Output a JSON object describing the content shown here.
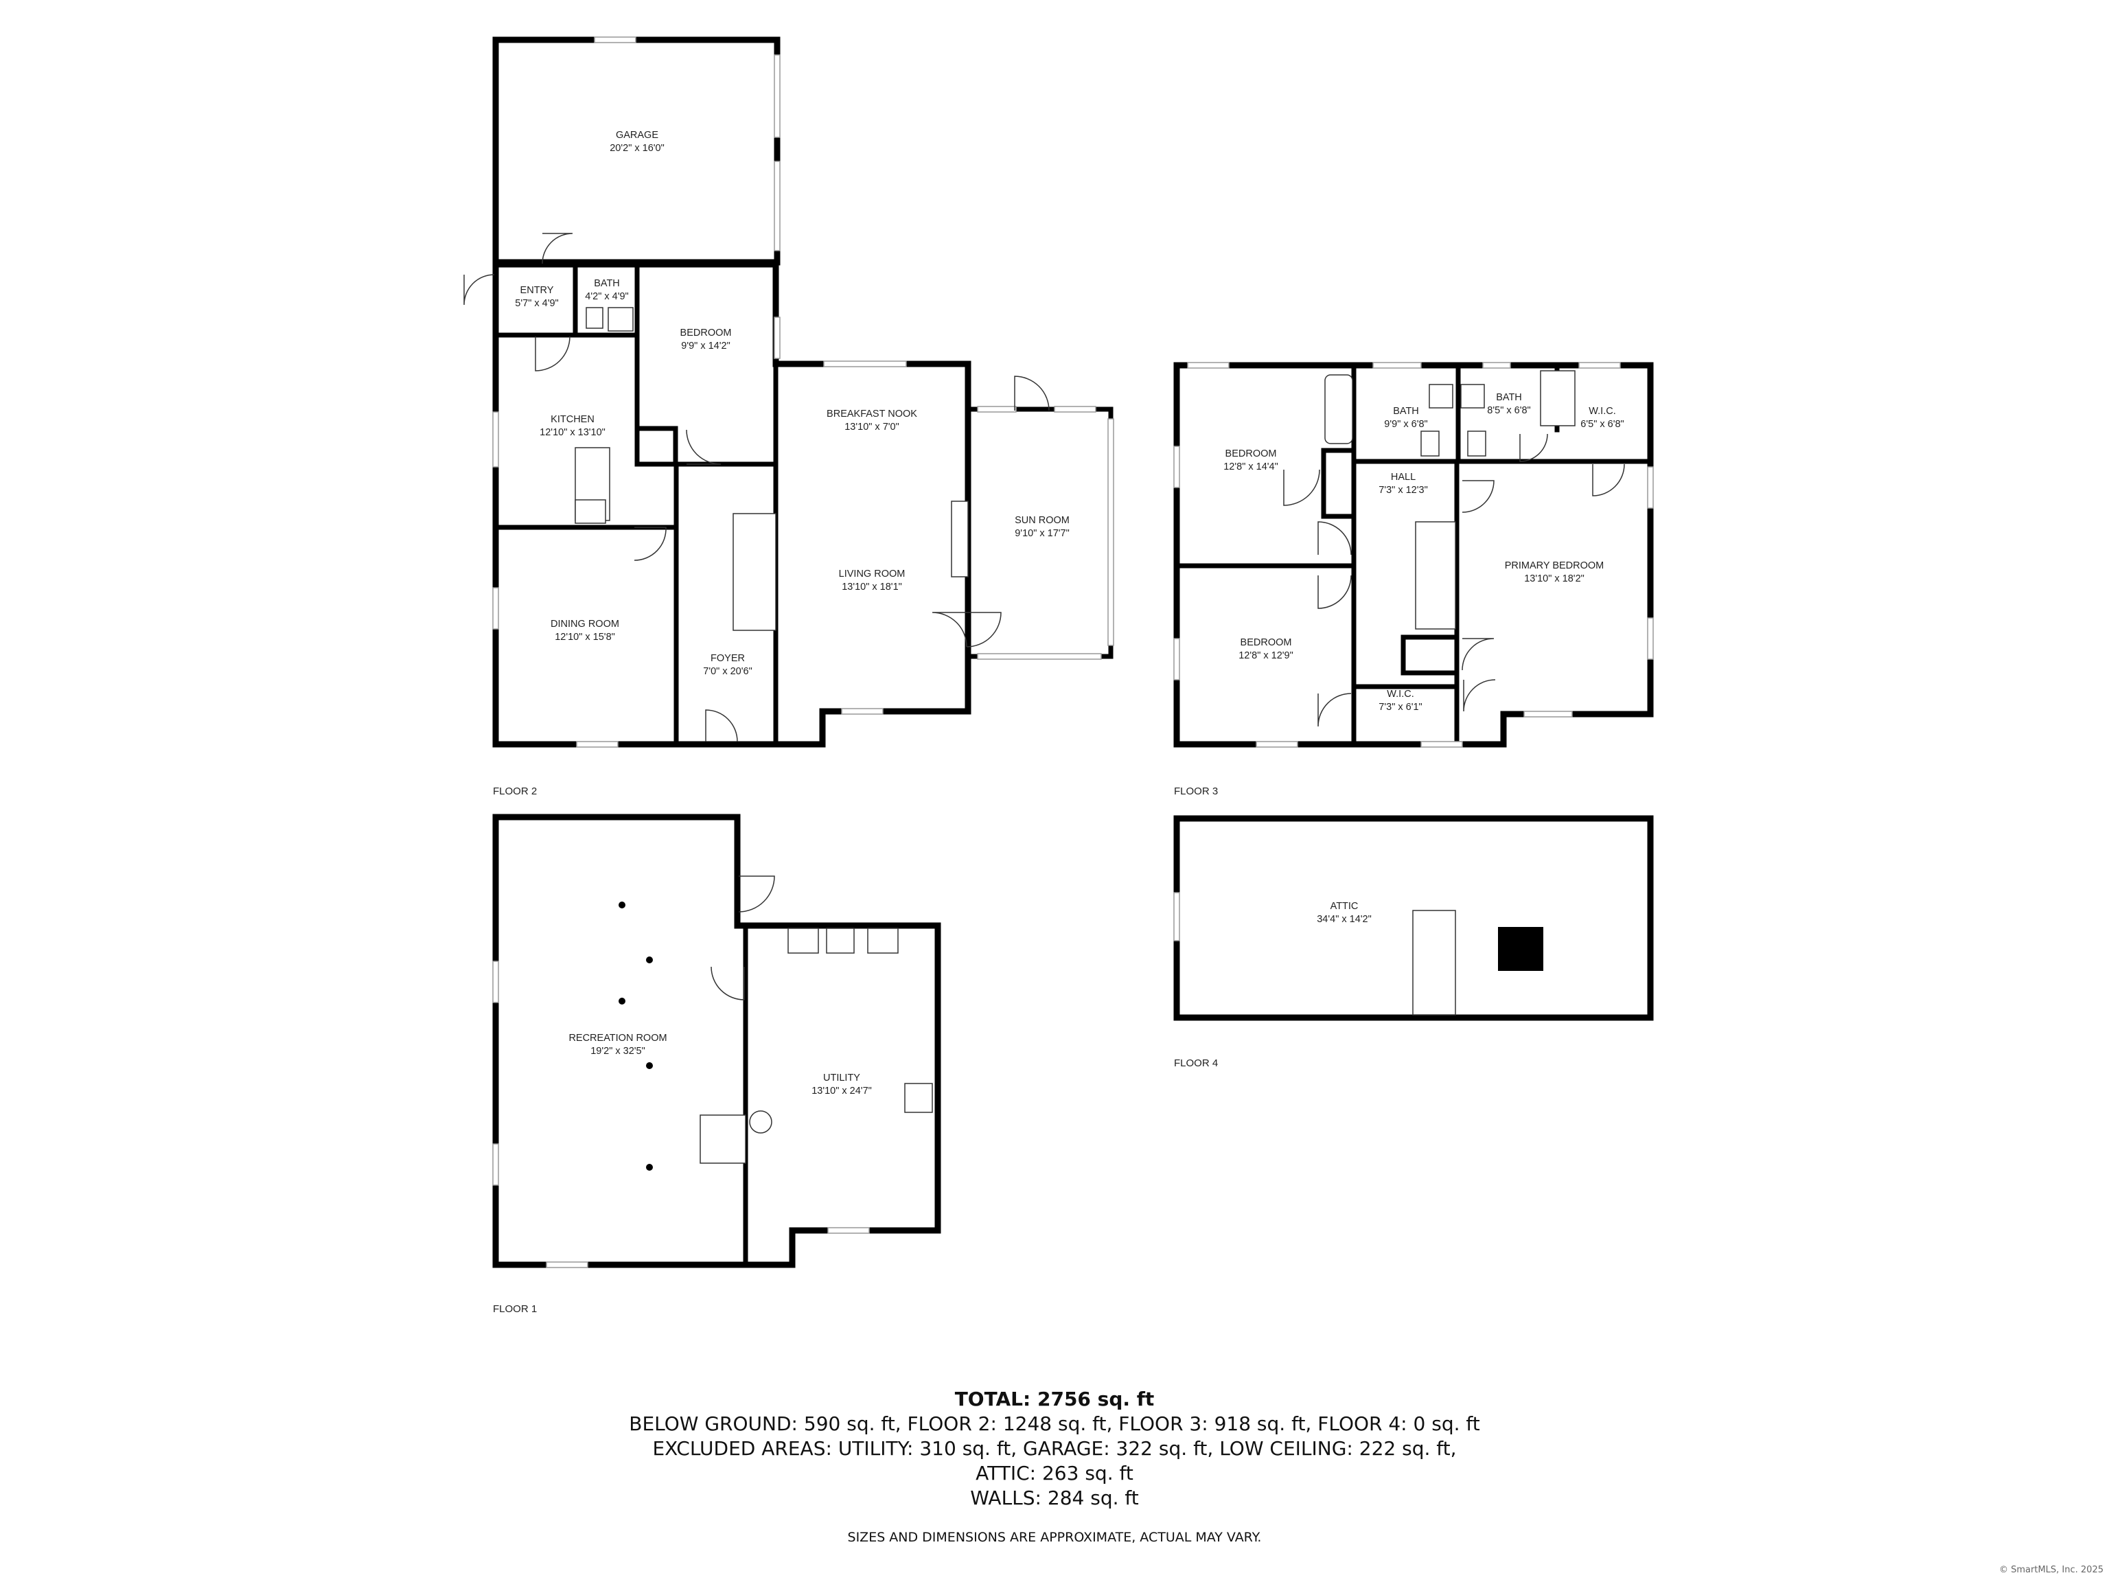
{
  "floors": {
    "floor2": {
      "label": "FLOOR 2",
      "rooms": {
        "garage": {
          "name": "GARAGE",
          "dims": "20'2\" x 16'0\""
        },
        "entry": {
          "name": "ENTRY",
          "dims": "5'7\" x 4'9\""
        },
        "bath": {
          "name": "BATH",
          "dims": "4'2\" x 4'9\""
        },
        "bedroom": {
          "name": "BEDROOM",
          "dims": "9'9\" x 14'2\""
        },
        "kitchen": {
          "name": "KITCHEN",
          "dims": "12'10\" x 13'10\""
        },
        "breakfast_nook": {
          "name": "BREAKFAST NOOK",
          "dims": "13'10\" x 7'0\""
        },
        "sun_room": {
          "name": "SUN ROOM",
          "dims": "9'10\" x 17'7\""
        },
        "living_room": {
          "name": "LIVING ROOM",
          "dims": "13'10\" x 18'1\""
        },
        "dining_room": {
          "name": "DINING ROOM",
          "dims": "12'10\" x 15'8\""
        },
        "foyer": {
          "name": "FOYER",
          "dims": "7'0\" x 20'6\""
        }
      }
    },
    "floor3": {
      "label": "FLOOR 3",
      "rooms": {
        "bedroom_a": {
          "name": "BEDROOM",
          "dims": "12'8\" x 14'4\""
        },
        "bath_a": {
          "name": "BATH",
          "dims": "9'9\" x 6'8\""
        },
        "bath_b": {
          "name": "BATH",
          "dims": "8'5\" x 6'8\""
        },
        "wic_a": {
          "name": "W.I.C.",
          "dims": "6'5\" x 6'8\""
        },
        "hall": {
          "name": "HALL",
          "dims": "7'3\" x 12'3\""
        },
        "primary_bedroom": {
          "name": "PRIMARY BEDROOM",
          "dims": "13'10\" x 18'2\""
        },
        "bedroom_b": {
          "name": "BEDROOM",
          "dims": "12'8\" x 12'9\""
        },
        "wic_b": {
          "name": "W.I.C.",
          "dims": "7'3\" x 6'1\""
        }
      }
    },
    "floor1": {
      "label": "FLOOR 1",
      "rooms": {
        "recreation_room": {
          "name": "RECREATION ROOM",
          "dims": "19'2\" x 32'5\""
        },
        "utility": {
          "name": "UTILITY",
          "dims": "13'10\" x 24'7\""
        }
      }
    },
    "floor4": {
      "label": "FLOOR 4",
      "rooms": {
        "attic": {
          "name": "ATTIC",
          "dims": "34'4\" x 14'2\""
        }
      }
    }
  },
  "summary": {
    "total": "TOTAL: 2756 sq. ft",
    "line1": "BELOW GROUND: 590 sq. ft, FLOOR 2: 1248 sq. ft, FLOOR 3: 918 sq. ft, FLOOR 4: 0 sq. ft",
    "line2": "EXCLUDED AREAS: UTILITY: 310 sq. ft, GARAGE: 322 sq. ft, LOW CEILING: 222 sq. ft,",
    "line3": "ATTIC: 263 sq. ft",
    "line4": "WALLS: 284 sq. ft"
  },
  "disclaimer": "SIZES AND DIMENSIONS ARE APPROXIMATE, ACTUAL MAY VARY.",
  "copyright": "© SmartMLS, Inc. 2025"
}
